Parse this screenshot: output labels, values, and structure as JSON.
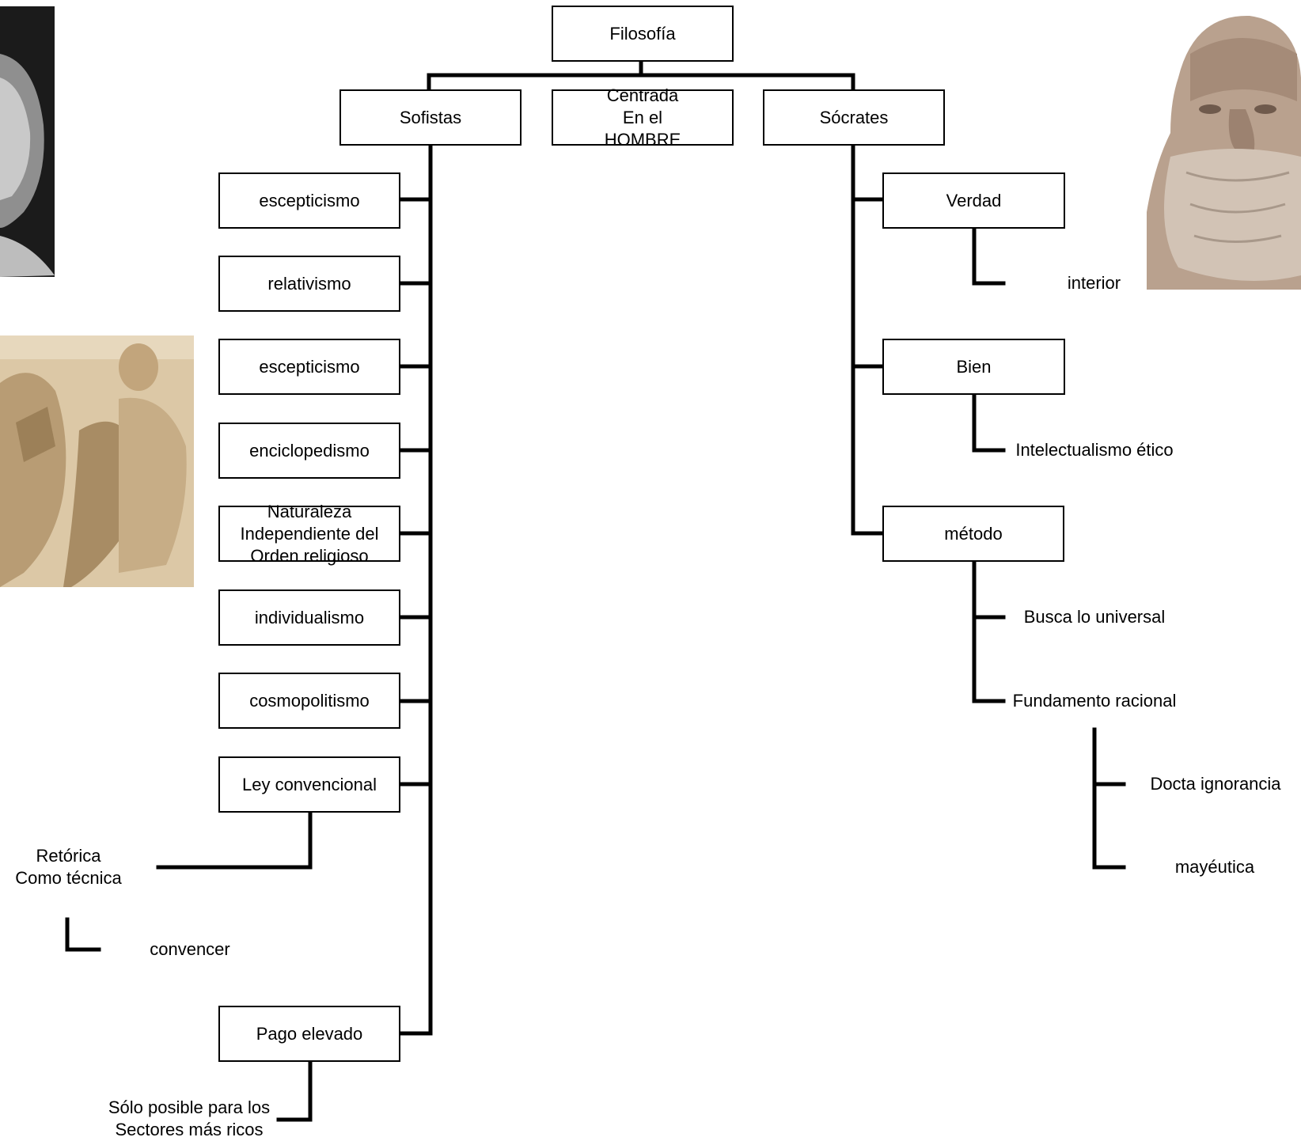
{
  "root": {
    "label": "Filosofía"
  },
  "level1": {
    "sofistas": "Sofistas",
    "centrada": "Centrada\nEn el\nHOMBRE",
    "socrates": "Sócrates"
  },
  "sofistas_items": [
    "escepticismo",
    "relativismo",
    "escepticismo",
    "enciclopedismo",
    "Naturaleza\nIndependiente del\nOrden religioso",
    "individualismo",
    "cosmopolitismo",
    "Ley convencional",
    "Pago elevado"
  ],
  "sofistas_sub": {
    "retorica": "Retórica\nComo técnica",
    "convencer": "convencer",
    "solo_posible": "Sólo posible para los\nSectores más ricos"
  },
  "socrates_items": [
    "Verdad",
    "Bien",
    "método"
  ],
  "socrates_sub": {
    "interior": "interior",
    "intelectualismo": "Intelectualismo ético",
    "busca_universal": "Busca lo universal",
    "fundamento": "Fundamento racional",
    "docta": "Docta ignorancia",
    "mayeutica": "mayéutica"
  },
  "images": [
    "bust-photo-left",
    "relief-sculpture-photo",
    "socrates-bust-photo"
  ],
  "colors": {
    "line": "#000000",
    "box_border": "#000000",
    "background": "#ffffff"
  }
}
